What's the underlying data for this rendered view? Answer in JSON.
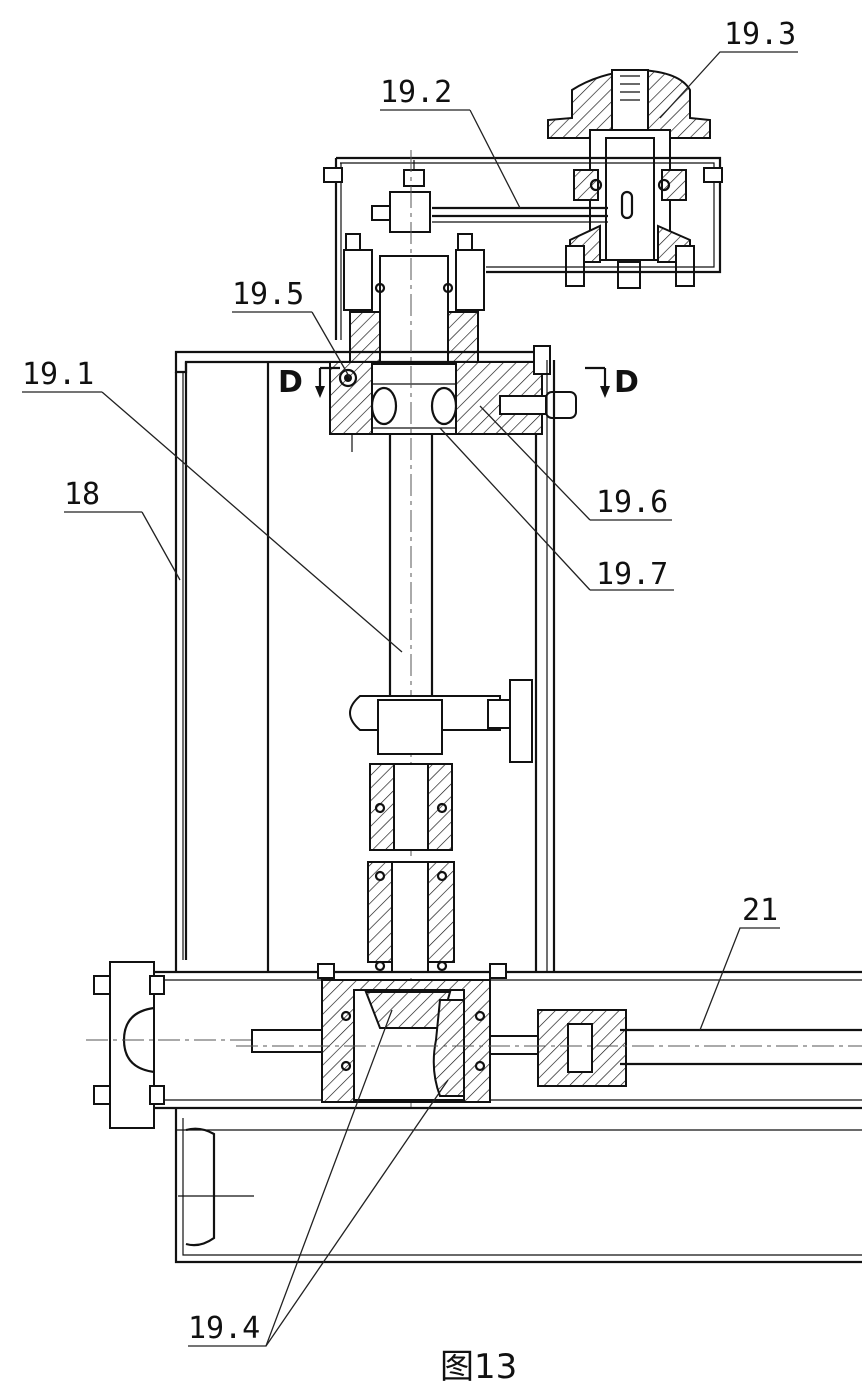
{
  "figure": {
    "caption": "图13",
    "section_mark": "D"
  },
  "labels": {
    "l_19_3": "19.3",
    "l_19_2": "19.2",
    "l_19_5": "19.5",
    "l_19_1": "19.1",
    "l_18": "18",
    "l_19_6": "19.6",
    "l_19_7": "19.7",
    "l_21": "21",
    "l_19_4": "19.4"
  }
}
